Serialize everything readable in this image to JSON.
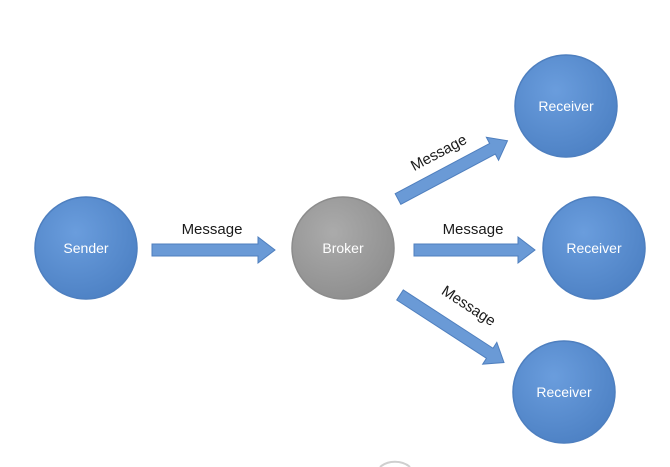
{
  "colors": {
    "node_blue": "#5b8ed0",
    "node_blue_edge": "#4e7fbf",
    "node_gray": "#9c9c9c",
    "node_gray_edge": "#8c8c8c",
    "arrow": "#6a9ad6",
    "arrow_edge": "#4f7fbe"
  },
  "nodes": {
    "sender": {
      "label": "Sender"
    },
    "broker": {
      "label": "Broker"
    },
    "receiver_top": {
      "label": "Receiver"
    },
    "receiver_middle": {
      "label": "Receiver"
    },
    "receiver_bottom": {
      "label": "Receiver"
    }
  },
  "edges": {
    "sender_to_broker": {
      "label": "Message"
    },
    "broker_to_receiver_top": {
      "label": "Message"
    },
    "broker_to_receiver_middle": {
      "label": "Message"
    },
    "broker_to_receiver_bottom": {
      "label": "Message"
    }
  }
}
